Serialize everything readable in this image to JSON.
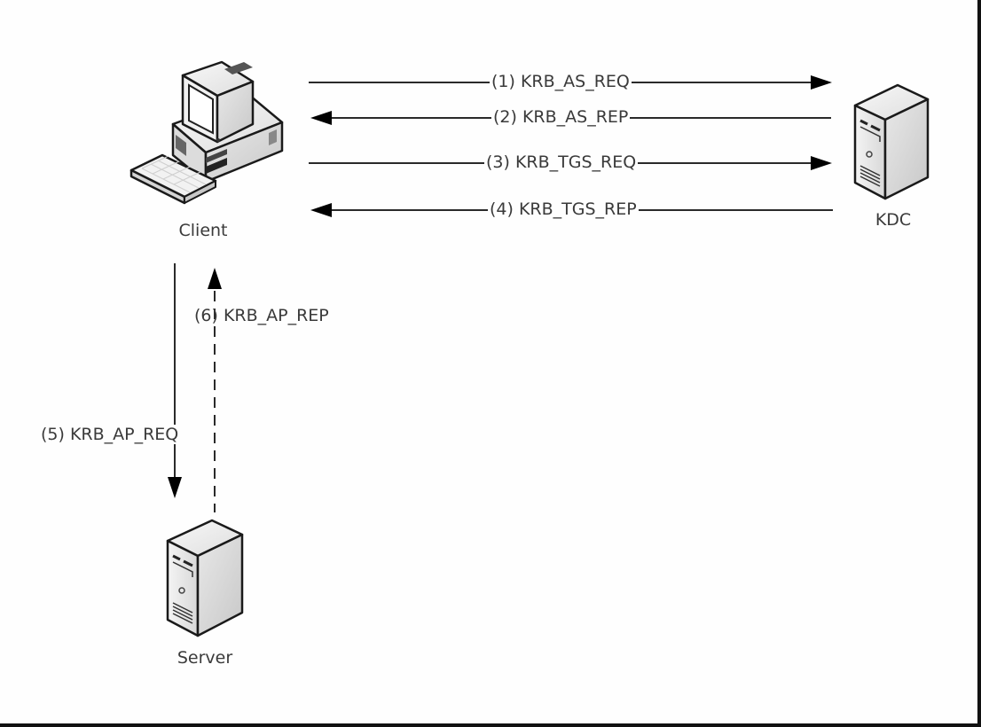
{
  "diagram": {
    "title": "Kerberos authentication message flow",
    "nodes": [
      {
        "id": "client",
        "label": "Client",
        "icon": "desktop-computer-icon"
      },
      {
        "id": "kdc",
        "label": "KDC",
        "icon": "server-tower-icon"
      },
      {
        "id": "server",
        "label": "Server",
        "icon": "server-tower-icon"
      }
    ],
    "messages": [
      {
        "step": 1,
        "label": "(1) KRB_AS_REQ",
        "from": "client",
        "to": "kdc",
        "style": "solid"
      },
      {
        "step": 2,
        "label": "(2) KRB_AS_REP",
        "from": "kdc",
        "to": "client",
        "style": "solid"
      },
      {
        "step": 3,
        "label": "(3) KRB_TGS_REQ",
        "from": "client",
        "to": "kdc",
        "style": "solid"
      },
      {
        "step": 4,
        "label": "(4) KRB_TGS_REP",
        "from": "kdc",
        "to": "client",
        "style": "solid"
      },
      {
        "step": 5,
        "label": "(5) KRB_AP_REQ",
        "from": "client",
        "to": "server",
        "style": "solid"
      },
      {
        "step": 6,
        "label": "(6) KRB_AP_REP",
        "from": "server",
        "to": "client",
        "style": "dashed"
      }
    ],
    "colors": {
      "line": "#2a2a2a",
      "text": "#3a3a3a",
      "device_fill": "#e6e6e6",
      "device_outline": "#1a1a1a",
      "frame": "#111111"
    }
  }
}
